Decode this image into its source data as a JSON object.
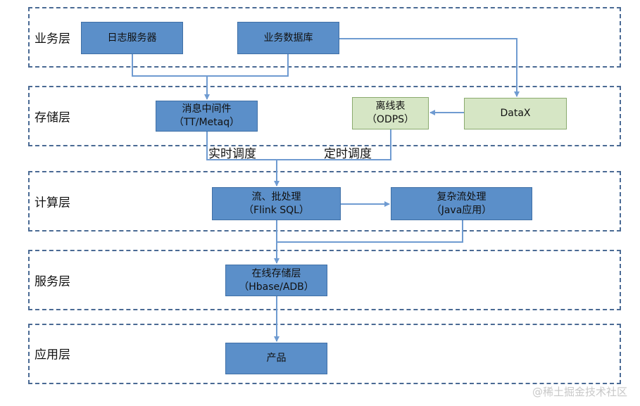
{
  "layers": {
    "business": "业务层",
    "storage": "存储层",
    "compute": "计算层",
    "service": "服务层",
    "application": "应用层"
  },
  "nodes": {
    "log_server": "日志服务器",
    "business_db": "业务数据库",
    "mq_line1": "消息中间件",
    "mq_line2": "（TT/Metaq）",
    "offline_line1": "离线表",
    "offline_line2": "（ODPS）",
    "datax": "DataX",
    "stream_line1": "流、批处理",
    "stream_line2": "（Flink SQL）",
    "complex_line1": "复杂流处理",
    "complex_line2": "（Java应用）",
    "online_line1": "在线存储层",
    "online_line2": "（Hbase/ADB）",
    "product": "产品"
  },
  "edge_labels": {
    "realtime": "实时调度",
    "scheduled": "定时调度"
  },
  "colors": {
    "box_blue": "#5b8fc9",
    "box_green": "#d6e6c5",
    "line": "#6f9bd1",
    "dashed_border": "#4a6a94"
  },
  "watermark": "@稀土掘金技术社区"
}
